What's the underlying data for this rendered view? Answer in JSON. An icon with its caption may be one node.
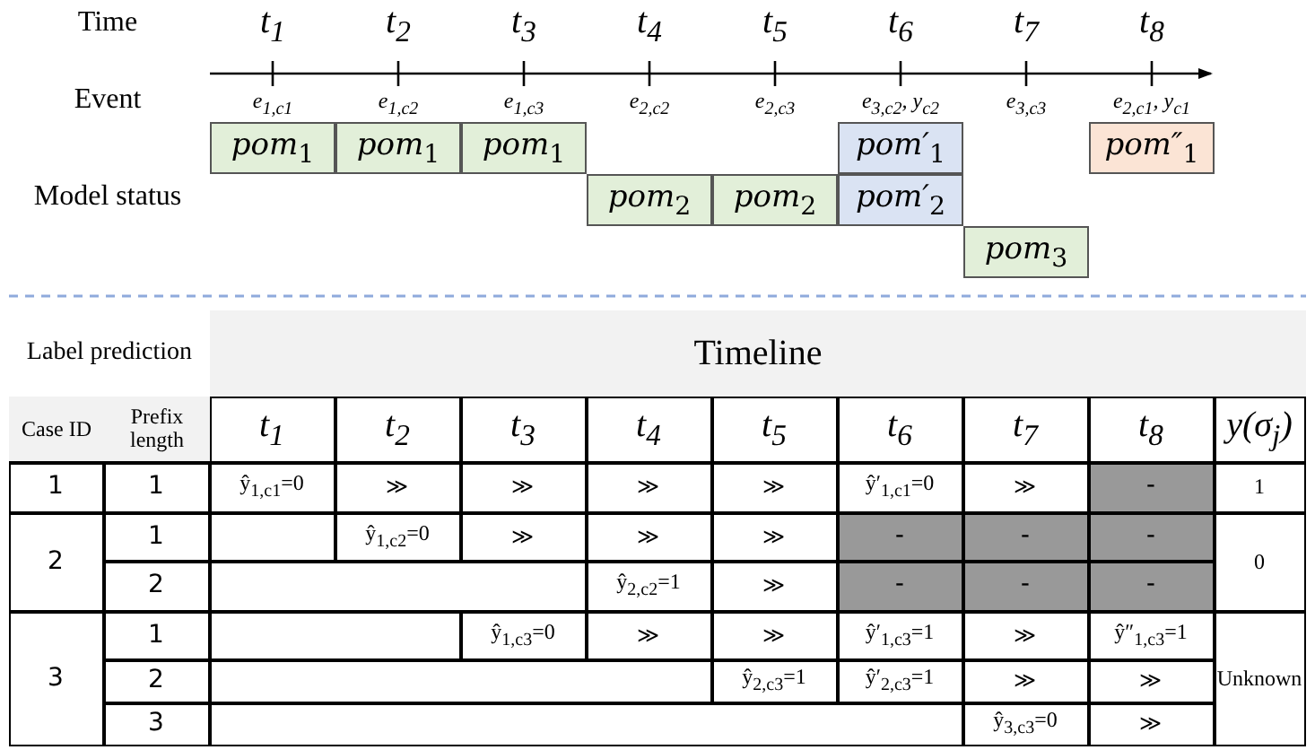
{
  "diagram": {
    "nodes": [
      {
        "text": [
          "pom$_{1}$"
        ]
      },
      {
        "text": [
          "pom$_{1}$"
        ]
      },
      {
        "text": [
          "pom$_{1}$"
        ]
      },
      {
        "text": [
          "pom′$_{1}$"
        ]
      },
      {
        "text": [
          "pom″$_{1}$"
        ]
      },
      {
        "text": [
          "pom$_{2}$"
        ]
      },
      {
        "text": [
          "pom$_{2}$"
        ]
      },
      {
        "text": [
          "pom′$_{2}$"
        ]
      },
      {
        "text": [
          "pom$_{3}$"
        ]
      }
    ],
    "edges": [],
    "labels": [
      "Time",
      "t$_{1}$",
      "t$_{2}$",
      "t$_{3}$",
      "t$_{4}$",
      "t$_{5}$",
      "t$_{6}$",
      "t$_{7}$",
      "t$_{8}$",
      "Event",
      "e$_{1,c1}$",
      "e$_{1,c2}$",
      "e$_{1,c3}$",
      "e$_{2,c2}$",
      "e$_{2,c3}$",
      "e$_{3,c2}$, y$_{c2}$",
      "e$_{3,c3}$",
      "e$_{2,c1}$, y$_{c1}$",
      "Model status",
      "Label prediction",
      "Timeline",
      "Case ID",
      "Prefix length",
      "t$_{1}$",
      "t$_{2}$",
      "t$_{3}$",
      "t$_{4}$",
      "t$_{5}$",
      "t$_{6}$",
      "t$_{7}$",
      "t$_{8}$",
      "y(σ$_{j}$)",
      "1",
      "1",
      "ŷ$_{1,c1}$=0",
      "≫",
      "≫",
      "≫",
      "≫",
      "ŷ′$_{1,c1}$=0",
      "≫",
      "-",
      "1",
      "2",
      "1",
      "ŷ$_{1,c2}$=0",
      "≫",
      "≫",
      "≫",
      "-",
      "-",
      "-",
      "0",
      "2",
      "ŷ$_{2,c2}$=1",
      "≫",
      "-",
      "-",
      "-",
      "3",
      "1",
      "ŷ$_{1,c3}$=0",
      "≫",
      "≫",
      "ŷ′$_{1,c3}$=1",
      "≫",
      "ŷ″$_{1,c3}$=1",
      "2",
      "ŷ$_{2,c3}$=1",
      "ŷ′$_{2,c3}$=1",
      "≫",
      "≫",
      "Unknown",
      "3",
      "ŷ$_{3,c3}$=0",
      "≫"
    ]
  }
}
